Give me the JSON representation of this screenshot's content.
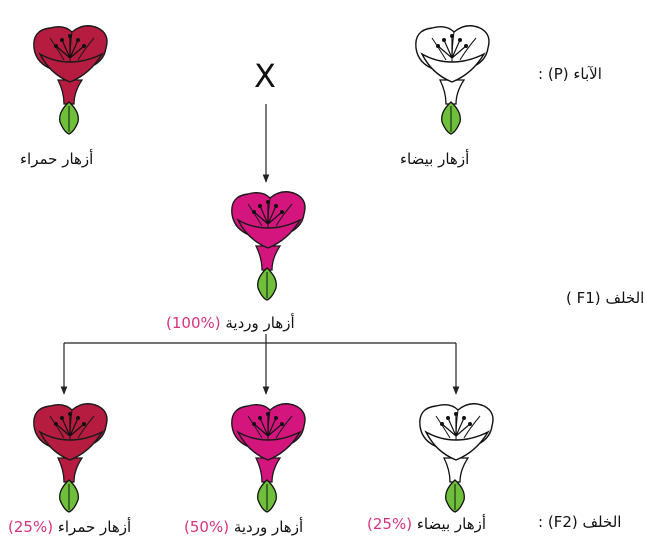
{
  "cross_symbol": "X",
  "colors": {
    "red_petal": "#b51c3f",
    "pink_petal": "#d4157e",
    "white_petal": "#ffffff",
    "stem": "#6fbf3a",
    "percent_text": "#d6337f"
  },
  "generations": {
    "parents": {
      "label": "الآباء",
      "code": "(P)",
      "sep": ":"
    },
    "f1": {
      "label": "الخلف",
      "code": "( F1)"
    },
    "f2": {
      "label": "الخلف",
      "code": "(F2)",
      "sep": ":"
    }
  },
  "flowers": {
    "parent_red": {
      "label": "أزهار حمراء",
      "color": "red"
    },
    "parent_white": {
      "label": "أزهار بيضاء",
      "color": "white"
    },
    "f1_pink": {
      "label": "أزهار وردية",
      "percent": "(100%)",
      "color": "pink"
    },
    "f2_red": {
      "label": "أزهار حمراء",
      "percent": "(25%)",
      "color": "red"
    },
    "f2_pink": {
      "label": "أزهار وردية",
      "percent": "(50%)",
      "color": "pink"
    },
    "f2_white": {
      "label": "أزهار بيضاء",
      "percent": "(25%)",
      "color": "white"
    }
  }
}
